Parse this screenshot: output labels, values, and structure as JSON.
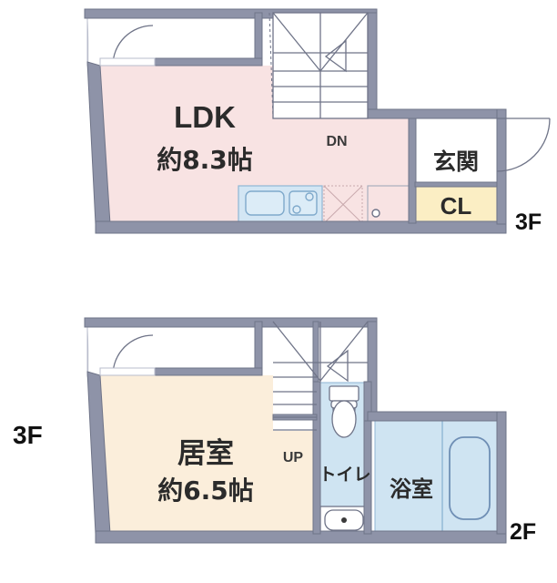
{
  "document": {
    "type": "real-estate-floor-plan",
    "floors_shown": 2
  },
  "colors": {
    "wall": "#8e93a8",
    "wall_edge": "#6f7488",
    "ldk_fill": "#f8e3e3",
    "room_fill": "#fbeedb",
    "closet_fill": "#fbeec4",
    "water_fill": "#cfe4f2",
    "kitchen_fill": "#d3e6f4",
    "white_fill": "#ffffff",
    "text": "#2b2b2b",
    "line": "#6f7488"
  },
  "upper_floor": {
    "floor_badge": "3F",
    "rooms": [
      {
        "name": "LDK",
        "area": "約8.3帖"
      },
      {
        "name": "玄関"
      },
      {
        "name": "CL"
      }
    ],
    "stair_direction": "DN",
    "fixtures": [
      "kitchen-sink",
      "gas-stove",
      "washing-machine-space",
      "floor-drain",
      "entrance-door",
      "balcony-door"
    ]
  },
  "lower_floor": {
    "floor_badge_left": "3F",
    "floor_badge_right": "2F",
    "rooms": [
      {
        "name": "居室",
        "area": "約6.5帖"
      },
      {
        "name": "トイレ"
      },
      {
        "name": "浴室"
      }
    ],
    "stair_direction": "UP",
    "fixtures": [
      "toilet",
      "wash-basin",
      "bathtub",
      "balcony-door"
    ]
  }
}
